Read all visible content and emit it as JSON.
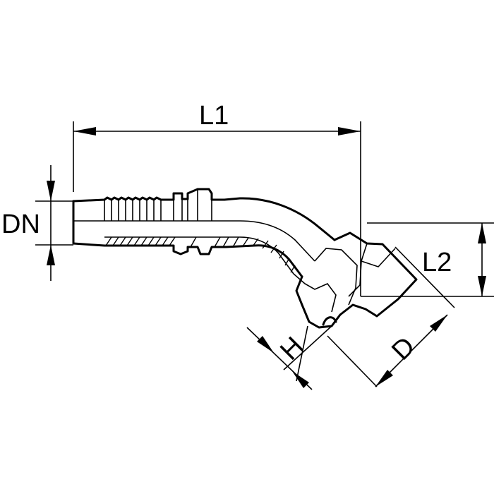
{
  "dimensions": {
    "l1": "L1",
    "l2": "L2",
    "dn": "DN",
    "d": "D",
    "h": "H"
  },
  "colors": {
    "line": "#000000",
    "background": "#ffffff"
  }
}
